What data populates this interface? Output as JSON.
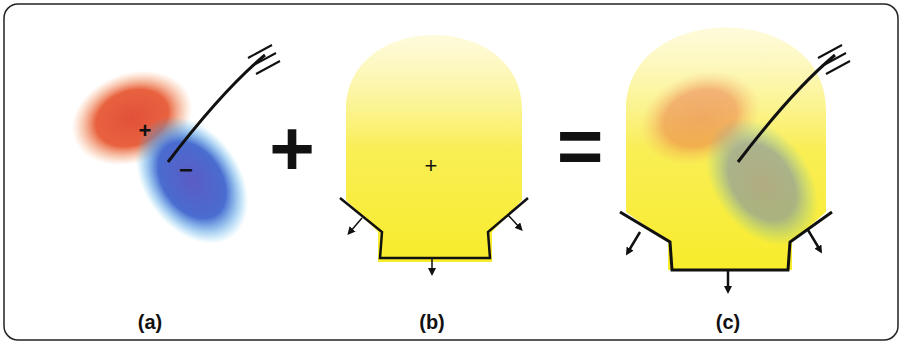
{
  "diagram": {
    "labels": [
      "+",
      "−",
      "+",
      "+",
      "=",
      "(a)",
      "(b)",
      "(c)"
    ]
  }
}
